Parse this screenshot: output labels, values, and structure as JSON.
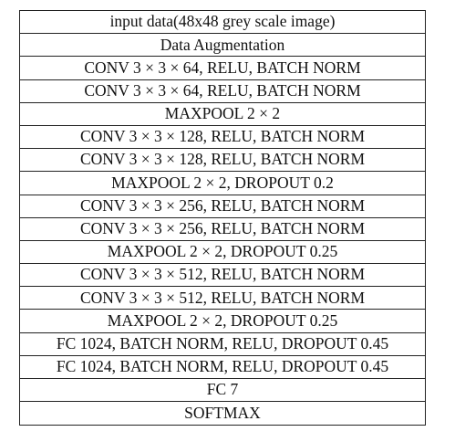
{
  "layers": [
    "input data(48x48 grey scale image)",
    "Data Augmentation",
    "CONV 3 × 3 × 64, RELU, BATCH NORM",
    "CONV 3 × 3 × 64, RELU, BATCH NORM",
    "MAXPOOL 2 × 2",
    "CONV 3 × 3 × 128, RELU, BATCH NORM",
    "CONV 3 × 3 × 128, RELU, BATCH NORM",
    "MAXPOOL 2 × 2, DROPOUT 0.2",
    "CONV 3 × 3 × 256, RELU, BATCH NORM",
    "CONV 3 × 3 × 256, RELU, BATCH NORM",
    "MAXPOOL 2 × 2, DROPOUT 0.25",
    "CONV 3 × 3 × 512, RELU, BATCH NORM",
    "CONV 3 × 3 × 512, RELU, BATCH NORM",
    "MAXPOOL 2 × 2, DROPOUT 0.25",
    "FC 1024, BATCH NORM, RELU, DROPOUT 0.45",
    "FC 1024, BATCH NORM, RELU, DROPOUT 0.45",
    "FC 7",
    "SOFTMAX"
  ]
}
